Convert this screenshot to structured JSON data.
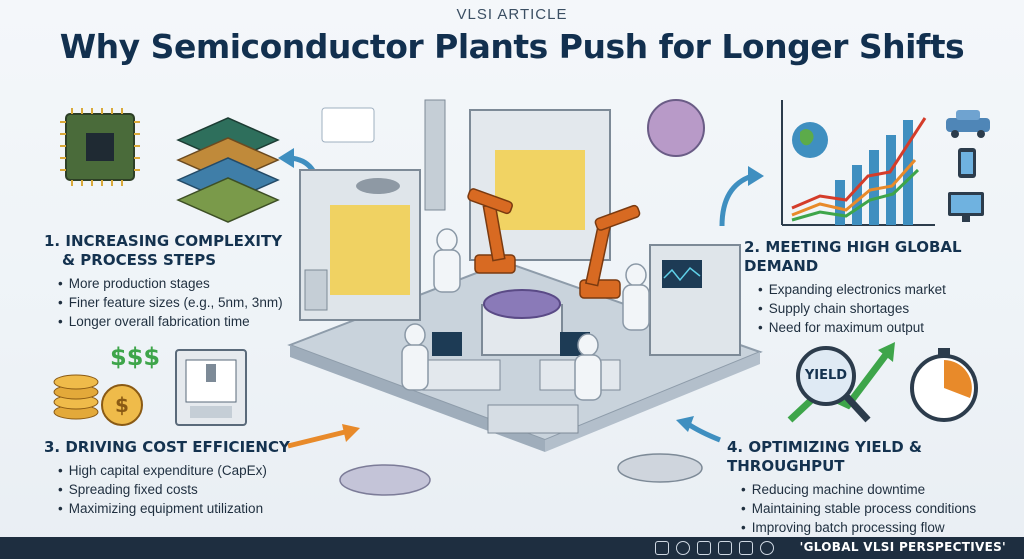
{
  "header": {
    "kicker": "VLSI ARTICLE",
    "title": "Why Semiconductor Plants Push for Longer Shifts"
  },
  "sections": [
    {
      "title_lines": [
        "1. INCREASING COMPLEXITY",
        "& PROCESS STEPS"
      ],
      "bullets": [
        "More production stages",
        "Finer feature sizes (e.g., 5nm, 3nm)",
        "Longer overall fabrication time"
      ]
    },
    {
      "title_lines": [
        "2. MEETING HIGH GLOBAL DEMAND"
      ],
      "bullets": [
        "Expanding electronics market",
        "Supply chain shortages",
        "Need for maximum output"
      ]
    },
    {
      "title_lines": [
        "3. DRIVING COST EFFICIENCY"
      ],
      "bullets": [
        "High capital expenditure (CapEx)",
        "Spreading fixed costs",
        "Maximizing equipment utilization"
      ]
    },
    {
      "title_lines": [
        "4. OPTIMIZING YIELD & THROUGHPUT"
      ],
      "bullets": [
        "Reducing machine downtime",
        "Maintaining stable process conditions",
        "Improving batch processing flow"
      ]
    }
  ],
  "illustrations": {
    "cost_symbol": "$$$",
    "yield_label": "YIELD"
  },
  "footer": {
    "text": "'GLOBAL VLSI PERSPECTIVES'",
    "icons": [
      "chip-icon",
      "globe-icon",
      "phone-icon",
      "laptop-icon",
      "monitor-icon",
      "camera-icon"
    ]
  },
  "colors": {
    "title": "#12304f",
    "accent_blue": "#3f8fc0",
    "accent_orange": "#e88a2a",
    "accent_green": "#3ea54a",
    "footer_bg": "#1e2e40"
  }
}
